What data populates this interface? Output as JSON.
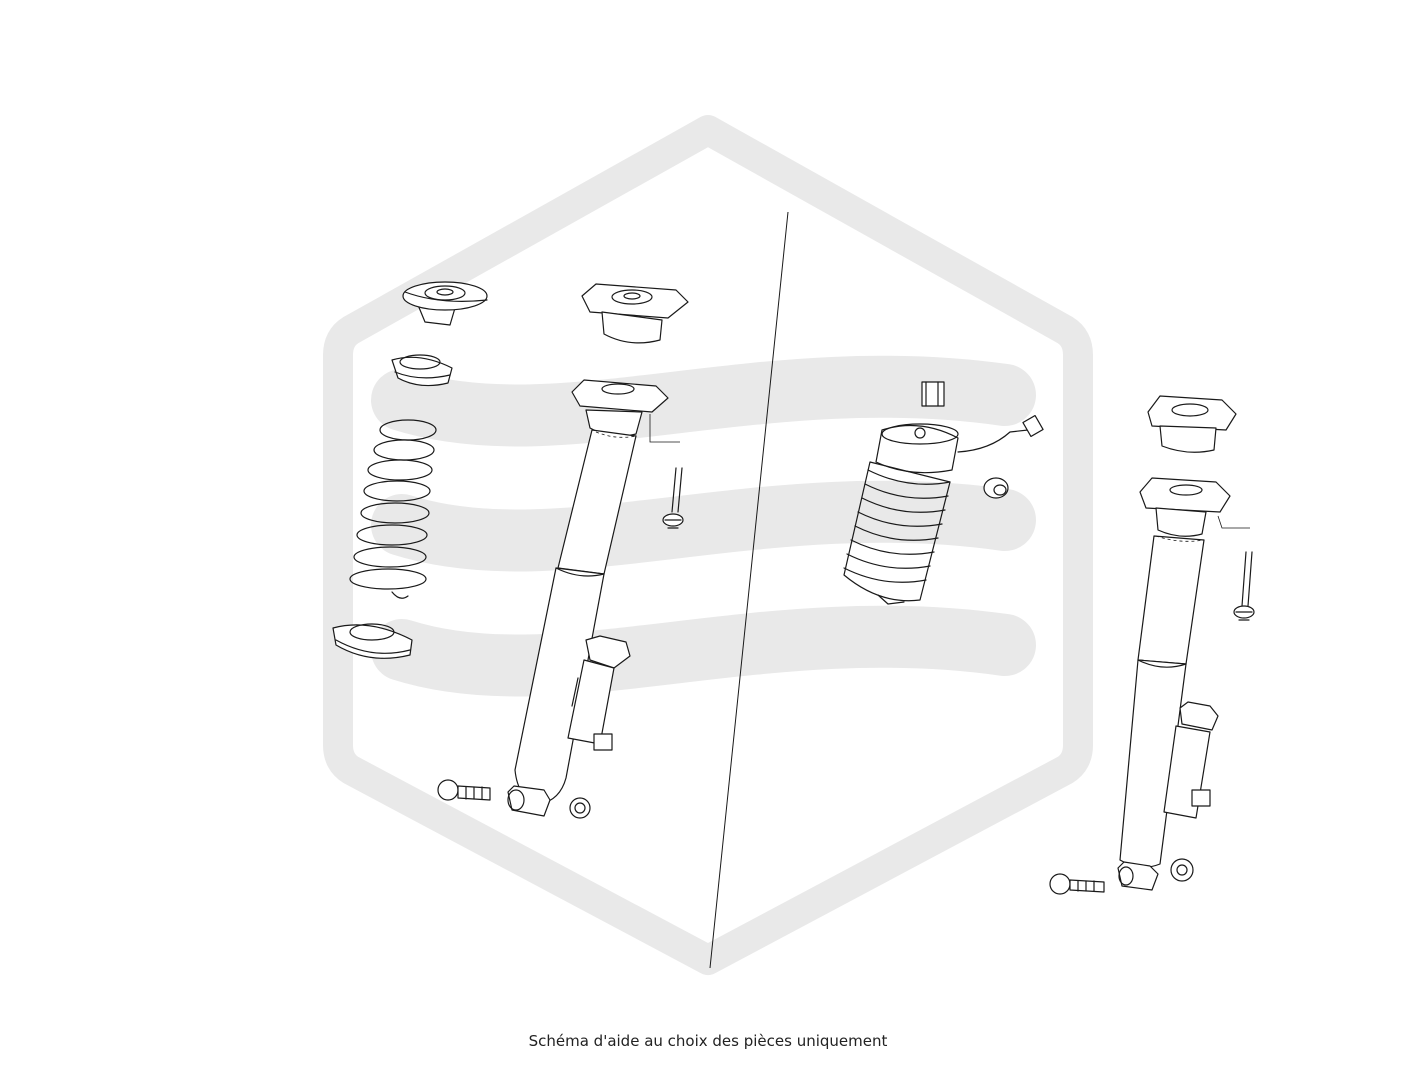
{
  "caption": "Schéma d'aide au choix des pièces uniquement",
  "colors": {
    "background": "#ffffff",
    "watermark": "#e9e9e9",
    "line": "#1a1a1a",
    "caption_text": "#222222"
  },
  "watermark": {
    "type": "hexagon-logo",
    "name": "brand-watermark"
  }
}
